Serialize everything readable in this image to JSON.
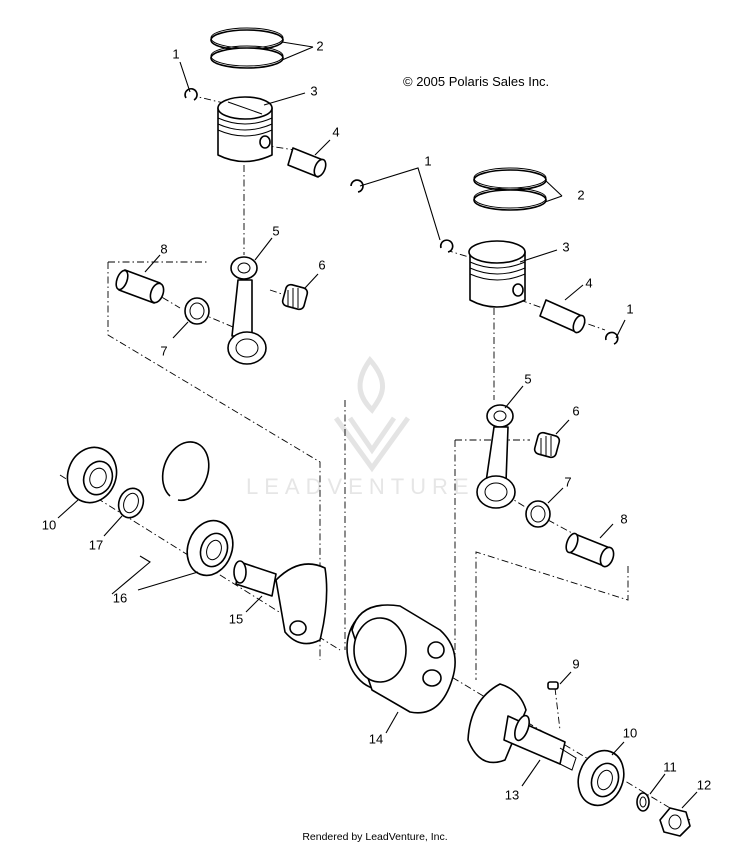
{
  "header": {
    "copyright": "© 2005 Polaris Sales Inc."
  },
  "footer": {
    "credit": "Rendered by LeadVenture, Inc."
  },
  "watermark": {
    "text": "LEADVENTURE"
  },
  "callouts": [
    "1",
    "2",
    "3",
    "4",
    "5",
    "6",
    "7",
    "8",
    "1",
    "2",
    "3",
    "4",
    "1",
    "5",
    "6",
    "7",
    "8",
    "10",
    "17",
    "16",
    "15",
    "14",
    "9",
    "10",
    "11",
    "12",
    "13"
  ]
}
